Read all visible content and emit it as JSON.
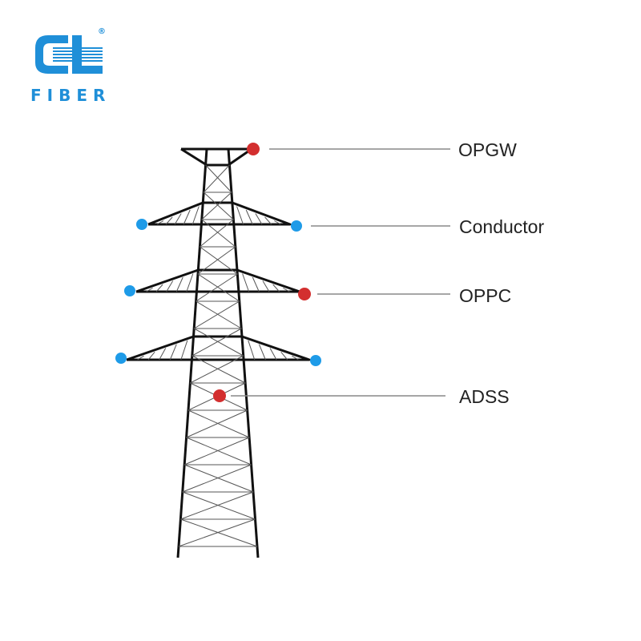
{
  "brand": {
    "name": "FIBER",
    "registered_mark": "®",
    "color": "#1f8fd8"
  },
  "colors": {
    "tower": "#111111",
    "leader": "#888888",
    "label": "#222222",
    "fiber_marker": "#d32f2f",
    "conductor_marker": "#1e9be8"
  },
  "cables": [
    {
      "label": "OPGW",
      "marker": "fiber"
    },
    {
      "label": "Conductor",
      "marker": "conductor"
    },
    {
      "label": "OPPC",
      "marker": "fiber"
    },
    {
      "label": "ADSS",
      "marker": "fiber"
    }
  ]
}
